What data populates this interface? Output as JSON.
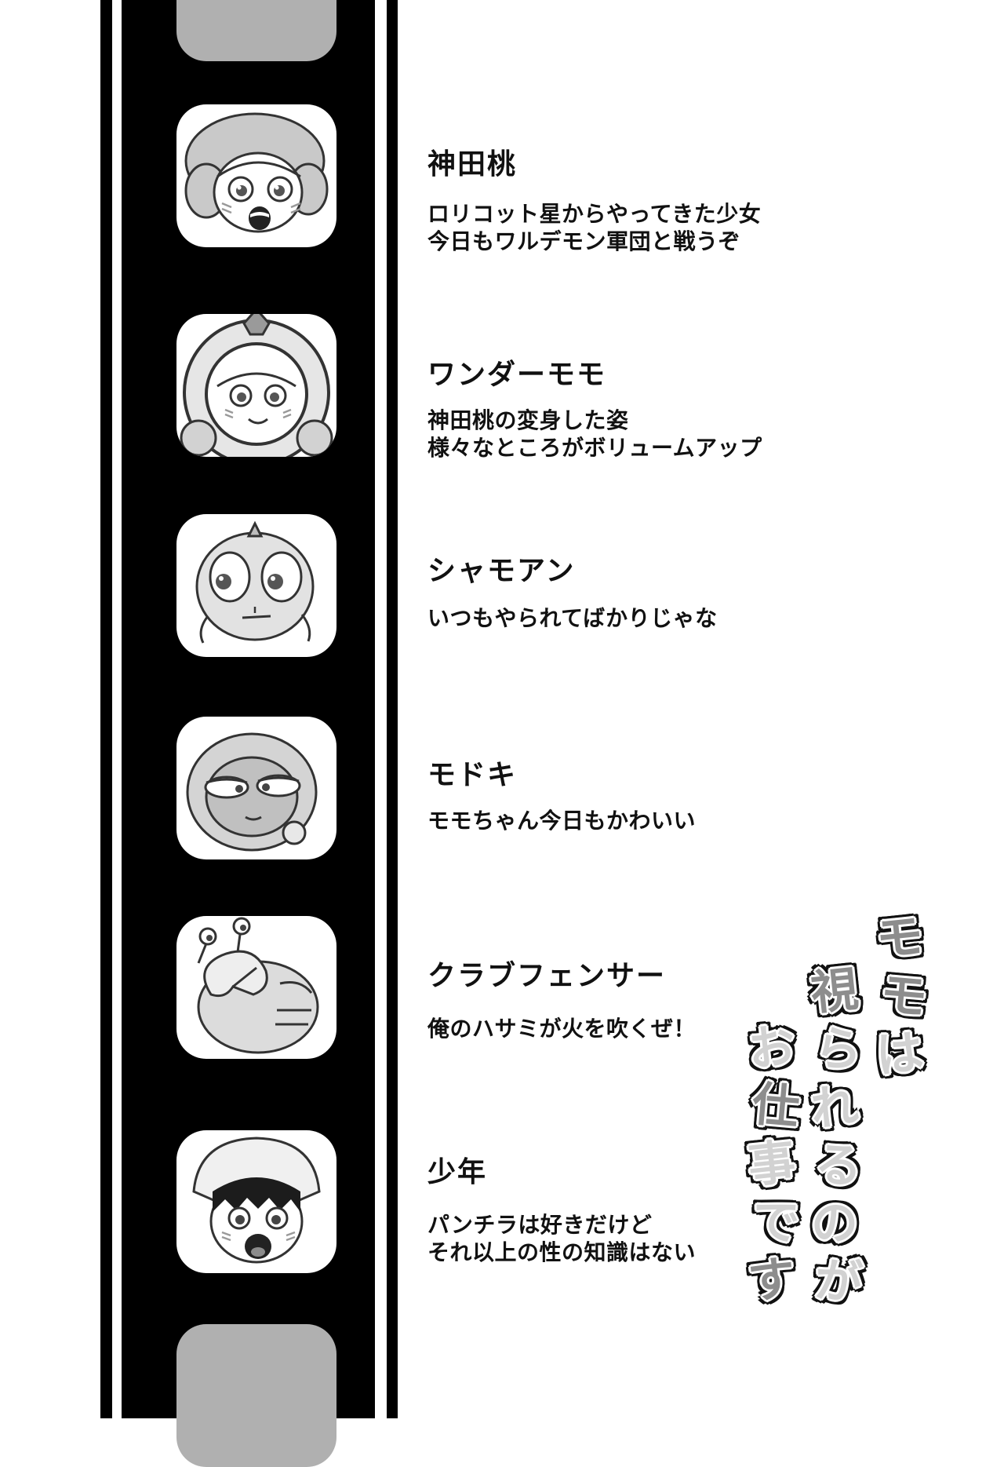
{
  "page_type": "doujinshi-character-introduction-page",
  "colors": {
    "background": "#ffffff",
    "filmstrip": "#000000",
    "empty_frame": "#b0b0b0",
    "text": "#111111",
    "title_dark_fill": "#8d8d8d",
    "title_light_fill": "#d2d2d2"
  },
  "characters": [
    {
      "name": "神田桃",
      "portrait": "girl-with-fluffy-hair",
      "description": [
        "ロリコット星からやってきた少女",
        "今日もワルデモン軍団と戦うぞ"
      ]
    },
    {
      "name": "ワンダーモモ",
      "portrait": "girl-in-helmet",
      "description": [
        "神田桃の変身した姿",
        "様々なところがボリュームアップ"
      ]
    },
    {
      "name": "シャモアン",
      "portrait": "big-eyed-alien",
      "description": [
        "いつもやられてばかりじゃな"
      ]
    },
    {
      "name": "モドキ",
      "portrait": "hooded-creature",
      "description": [
        "モモちゃん今日もかわいい"
      ]
    },
    {
      "name": "クラブフェンサー",
      "portrait": "crab-monster",
      "description": [
        "俺のハサミが火を吹くぜ！"
      ]
    },
    {
      "name": "少年",
      "portrait": "boy-with-hat",
      "description": [
        "パンチラは好きだけど",
        "それ以上の性の知識はない"
      ]
    }
  ],
  "title": {
    "text": "モモは視られるのがお仕事です",
    "columns": [
      "モモは",
      "視られるのが",
      "お仕事です"
    ],
    "shades": [
      [
        "d",
        "d",
        "l"
      ],
      [
        "d",
        "l",
        "l",
        "l",
        "l",
        "l"
      ],
      [
        "l",
        "d",
        "l",
        "l",
        "d"
      ]
    ]
  }
}
